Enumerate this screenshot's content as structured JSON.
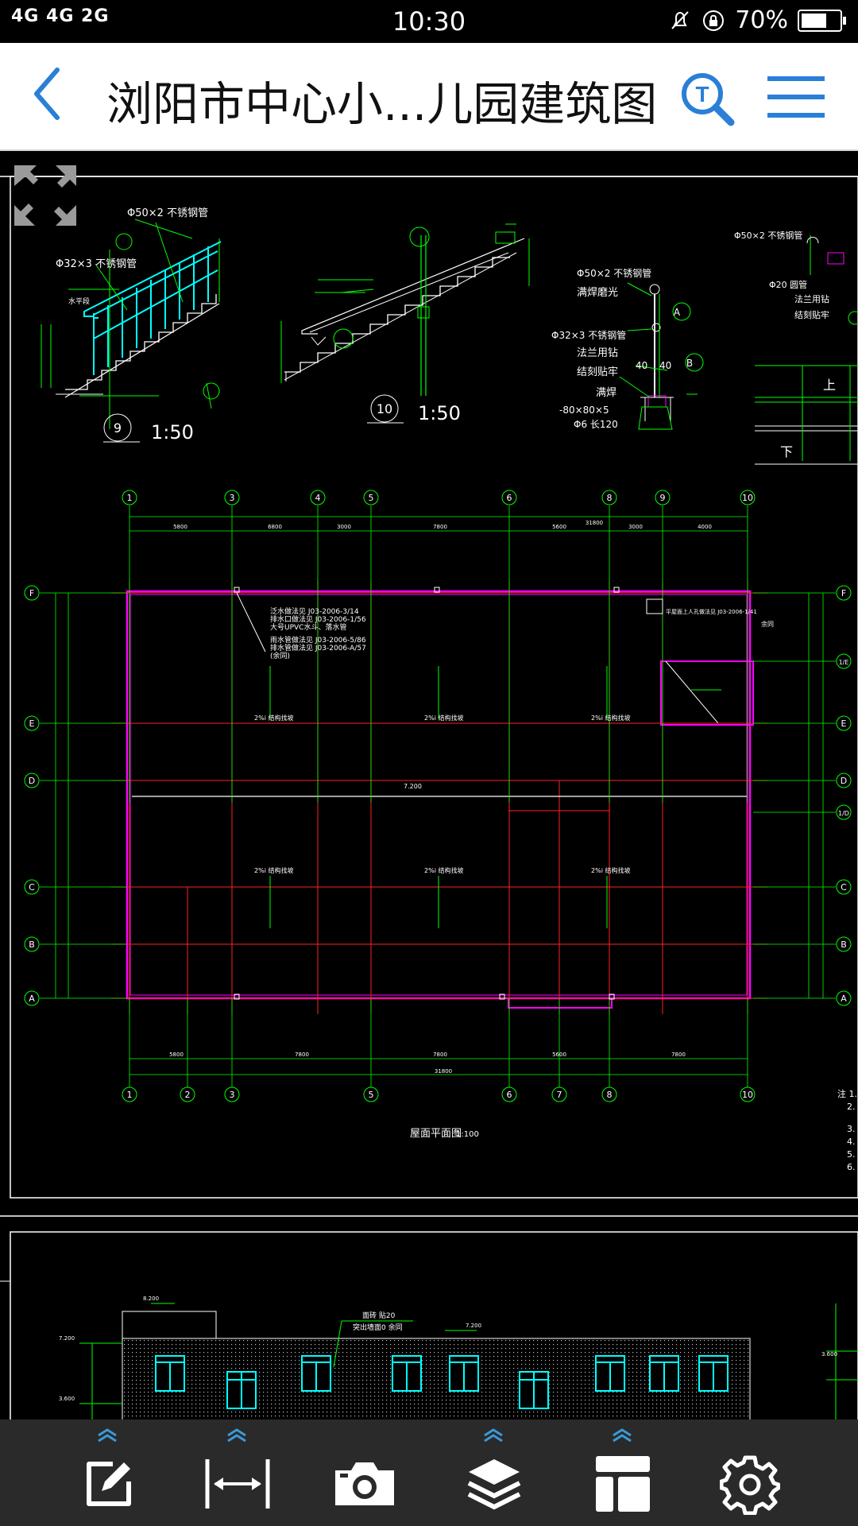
{
  "status_bar": {
    "network": "4G 4G 2G",
    "time": "10:30",
    "battery_percent": "70%",
    "battery_level": 0.7
  },
  "header": {
    "title": "浏阳市中心小...儿园建筑图",
    "back_icon": "chevron-left-icon",
    "search_icon": "text-search-icon",
    "menu_icon": "hamburger-menu-icon",
    "accent_color": "#2a7fd6"
  },
  "drawing": {
    "detail_9_label": "9",
    "detail_9_scale": "1:50",
    "detail_10_label": "10",
    "detail_10_scale": "1:50",
    "rail_1": "Φ50×2  不锈钢管",
    "rail_2": "Φ32×3  不锈钢管",
    "rail_3": "Φ50×2  不锈钢管",
    "rail_4": "满焊磨光",
    "rail_5": "Φ32×3  不锈钢管",
    "rail_6": "法兰用钻",
    "rail_7": "结刻贴牢",
    "rail_8": "满焊",
    "rail_9": "-80×80×5",
    "rail_10": "Φ6 长120",
    "rail_11": "Φ50×2  不锈钢管",
    "rail_12": "Φ20  圆管",
    "rail_13": "法兰用钻",
    "rail_14": "结刻贴牢",
    "water_level": "水平段",
    "up_label": "上",
    "down_label": "下",
    "dim_a": "40",
    "dim_b": "40",
    "plan_title": "屋面平面图",
    "plan_scale": "1:100",
    "top_axes": [
      "1",
      "3",
      "4",
      "5",
      "6",
      "8",
      "9",
      "10"
    ],
    "bottom_axes": [
      "1",
      "2",
      "3",
      "5",
      "6",
      "7",
      "8",
      "10"
    ],
    "left_axes": [
      "F",
      "E",
      "D",
      "C",
      "B",
      "A"
    ],
    "right_axes": [
      "F",
      "1/E",
      "E",
      "D",
      "1/D",
      "C",
      "B",
      "A"
    ],
    "top_total": "31800",
    "top_dims": [
      "5800",
      "6800",
      "3000",
      "7800",
      "5600",
      "3000",
      "4000"
    ],
    "bottom_total": "31800",
    "bottom_dims": [
      "5800",
      "7800",
      "7800",
      "5600",
      "7800"
    ],
    "note_1": "泛水做法见 J03-2006-3/14",
    "note_2": "排水口做法见 J03-2006-1/56",
    "note_3": "大号UPVC水斗、落水管",
    "note_4": "雨水管做法见 J03-2006-5/86",
    "note_5": "排水管做法见 J03-2006-A/57",
    "note_6": "(余同)",
    "note_7": "平屋面上人孔做法见 J03-2006-1/41",
    "note_8": "余同",
    "slope_1": "2%i 结构找坡",
    "slope_2": "2%i 结构找坡",
    "slope_3": "2%i 结构找坡",
    "slope_4": "2%i 结构找坡",
    "slope_5": "2%i 结构找坡",
    "slope_6": "2%i 结构找坡",
    "level_mid": "7.200",
    "side_notes": [
      "注 1.",
      "2.",
      "3.",
      "4.",
      "5.",
      "6."
    ],
    "elev_1": "8.200",
    "elev_2": "7.200",
    "elev_3": "3.600",
    "elev_4": "7.200",
    "elev_5": "3.600",
    "elev_note_1": "面砖  贴20",
    "elev_note_2": "突出墙面0   余同"
  },
  "toolbar": {
    "items": [
      {
        "name": "annotate",
        "icon": "edit-icon",
        "expandable": true
      },
      {
        "name": "measure",
        "icon": "measure-icon",
        "expandable": true
      },
      {
        "name": "screenshot",
        "icon": "camera-icon",
        "expandable": false
      },
      {
        "name": "layers",
        "icon": "layers-icon",
        "expandable": true
      },
      {
        "name": "layout",
        "icon": "layout-icon",
        "expandable": true
      },
      {
        "name": "settings",
        "icon": "gear-icon",
        "expandable": false
      }
    ],
    "caret_color": "#3a9ad9"
  }
}
